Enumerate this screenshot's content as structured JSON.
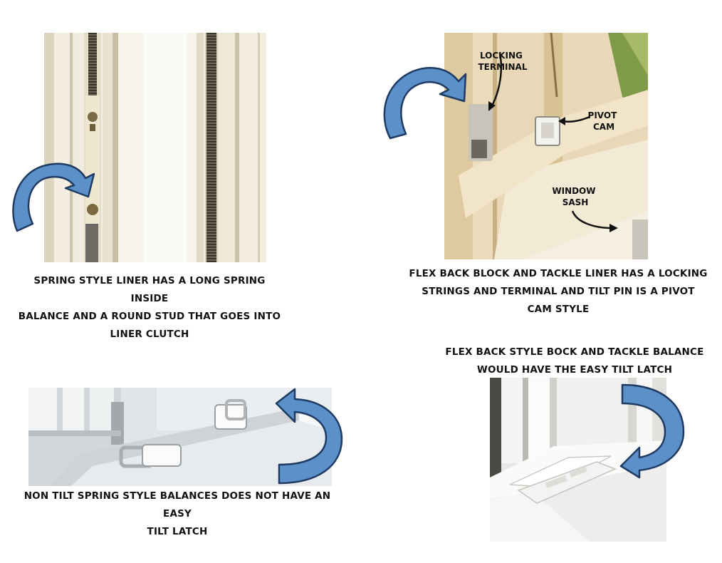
{
  "colors": {
    "arrow_fill": "#5b90c9",
    "arrow_stroke": "#1f3b63",
    "caption_text": "#111111",
    "background": "#ffffff"
  },
  "panels": [
    {
      "id": "spring-style-liner",
      "caption_lines": [
        "SPRING STYLE LINER HAS A LONG SPRING INSIDE",
        "BALANCE AND A ROUND STUD THAT GOES INTO",
        "LINER CLUTCH"
      ]
    },
    {
      "id": "flex-back-block-and-tackle-liner",
      "caption_lines": [
        "FLEX BACK BLOCK AND TACKLE LINER HAS A LOCKING",
        "STRINGS AND TERMINAL AND TILT PIN IS A PIVOT",
        "CAM STYLE"
      ],
      "callouts": {
        "locking_terminal": [
          "LOCKING",
          "TERMINAL"
        ],
        "pivot_cam": [
          "PIVOT",
          "CAM"
        ],
        "window_sash": [
          "WINDOW",
          "SASH"
        ]
      }
    },
    {
      "id": "non-tilt-spring-balance",
      "caption_lines": [
        "NON TILT SPRING STYLE BALANCES DOES NOT HAVE AN EASY",
        "TILT LATCH"
      ]
    },
    {
      "id": "flex-back-easy-tilt-latch",
      "caption_lines": [
        "FLEX BACK STYLE BOCK AND TACKLE BALANCE",
        "WOULD HAVE THE EASY TILT LATCH"
      ]
    }
  ]
}
